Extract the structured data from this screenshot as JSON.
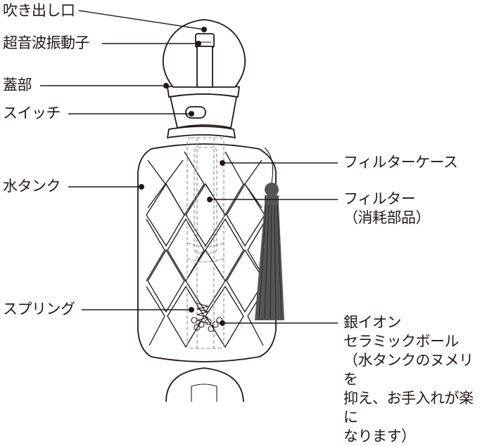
{
  "labels": {
    "outlet": "吹き出し口",
    "transducer": "超音波振動子",
    "lid": "蓋部",
    "switch": "スイッチ",
    "tank": "水タンク",
    "spring": "スプリング",
    "filter_case": "フィルターケース",
    "filter_line1": "フィルター",
    "filter_line2": "（消耗部品）",
    "ball_line1": "銀イオン",
    "ball_line2": "セラミックボール",
    "ball_line3": "（水タンクのヌメリを",
    "ball_line4": "抑え、お手入れが楽に",
    "ball_line5": "なります）"
  },
  "colors": {
    "ink": "#231815",
    "tassel": "#555555",
    "hidden_part": "#8c8c8c"
  }
}
